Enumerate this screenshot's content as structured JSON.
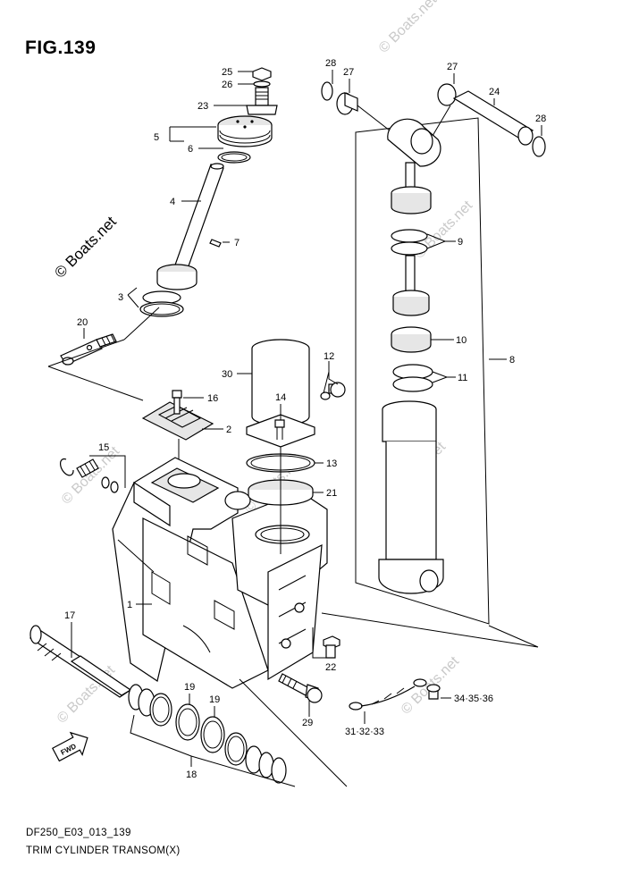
{
  "figure": {
    "title": "FIG.139",
    "code": "DF250_E03_013_139",
    "caption": "TRIM CYLINDER TRANSOM(X)",
    "direction_label": "FWD"
  },
  "watermarks": {
    "main": "© Boats.net",
    "faint": "© Boats.net"
  },
  "callouts": [
    {
      "id": "1",
      "label": "1"
    },
    {
      "id": "2",
      "label": "2"
    },
    {
      "id": "3",
      "label": "3"
    },
    {
      "id": "4",
      "label": "4"
    },
    {
      "id": "5",
      "label": "5"
    },
    {
      "id": "6",
      "label": "6"
    },
    {
      "id": "7",
      "label": "7"
    },
    {
      "id": "8",
      "label": "8"
    },
    {
      "id": "9",
      "label": "9"
    },
    {
      "id": "10",
      "label": "10"
    },
    {
      "id": "11",
      "label": "11"
    },
    {
      "id": "12",
      "label": "12"
    },
    {
      "id": "13",
      "label": "13"
    },
    {
      "id": "14",
      "label": "14"
    },
    {
      "id": "15",
      "label": "15"
    },
    {
      "id": "16",
      "label": "16"
    },
    {
      "id": "17",
      "label": "17"
    },
    {
      "id": "18",
      "label": "18"
    },
    {
      "id": "19a",
      "label": "19"
    },
    {
      "id": "19b",
      "label": "19"
    },
    {
      "id": "20",
      "label": "20"
    },
    {
      "id": "21",
      "label": "21"
    },
    {
      "id": "22",
      "label": "22"
    },
    {
      "id": "23",
      "label": "23"
    },
    {
      "id": "24",
      "label": "24"
    },
    {
      "id": "25",
      "label": "25"
    },
    {
      "id": "26",
      "label": "26"
    },
    {
      "id": "27a",
      "label": "27"
    },
    {
      "id": "27b",
      "label": "27"
    },
    {
      "id": "28a",
      "label": "28"
    },
    {
      "id": "28b",
      "label": "28"
    },
    {
      "id": "29",
      "label": "29"
    },
    {
      "id": "30",
      "label": "30"
    },
    {
      "id": "31-33",
      "label": "31·32·33"
    },
    {
      "id": "34-36",
      "label": "34·35·36"
    }
  ]
}
